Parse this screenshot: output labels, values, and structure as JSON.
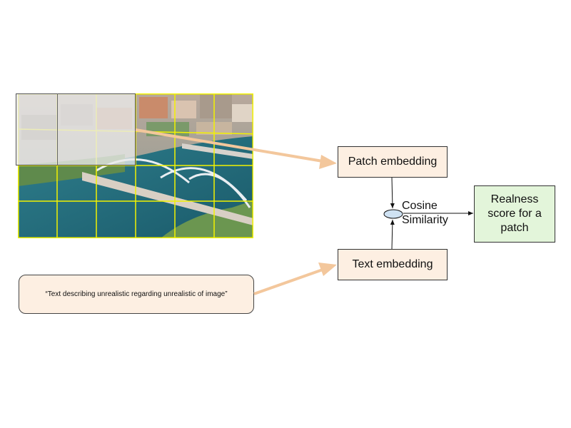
{
  "nodes": {
    "patch_embedding": "Patch embedding",
    "text_embedding": "Text embedding",
    "realness": "Realness score for a patch",
    "prompt": "“Text describing unrealistic regarding unrealistic of image”",
    "cosine_line1": "Cosine",
    "cosine_line2": "Similarity"
  },
  "colors": {
    "embedding_fill": "#fdefe2",
    "result_fill": "#e3f5da",
    "prompt_fill": "#fdefe2",
    "arrow_orange": "#f3c79c",
    "grid_yellow": "#f2f200",
    "node_fill": "#cfe2f3"
  }
}
